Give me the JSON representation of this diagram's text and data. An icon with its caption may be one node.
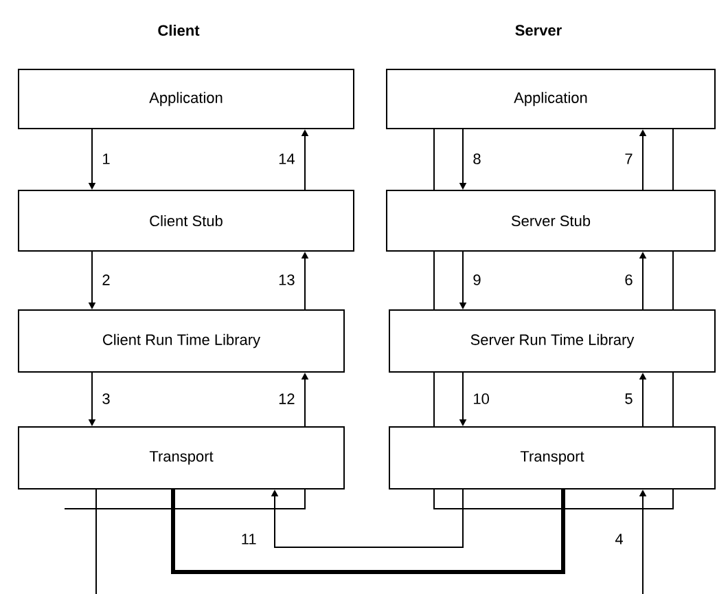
{
  "diagram": {
    "nodes": [
      {
        "text": [
          "Application"
        ]
      },
      {
        "text": [
          "Client Stub"
        ]
      },
      {
        "text": [
          "Client Run Time Library"
        ]
      },
      {
        "text": [
          "Transport"
        ]
      },
      {
        "text": [
          "Application"
        ]
      },
      {
        "text": [
          "Server Stub"
        ]
      },
      {
        "text": [
          "Server Run Time Library"
        ]
      },
      {
        "text": [
          "Transport"
        ]
      }
    ],
    "edges": [
      {
        "from": 0,
        "to": 1,
        "arrow": "to",
        "label": "1"
      },
      {
        "from": 1,
        "to": 0,
        "arrow": "to",
        "label": "14"
      },
      {
        "from": 1,
        "to": 2,
        "arrow": "to",
        "label": "2"
      },
      {
        "from": 2,
        "to": 1,
        "arrow": "to",
        "label": "13"
      },
      {
        "from": 2,
        "to": 3,
        "arrow": "to",
        "label": "3"
      },
      {
        "from": 3,
        "to": 2,
        "arrow": "to",
        "label": "12"
      },
      {
        "from": 4,
        "to": 5,
        "arrow": "to",
        "label": "8"
      },
      {
        "from": 5,
        "to": 4,
        "arrow": "to",
        "label": "7"
      },
      {
        "from": 5,
        "to": 6,
        "arrow": "to",
        "label": "9"
      },
      {
        "from": 6,
        "to": 5,
        "arrow": "to",
        "label": "6"
      },
      {
        "from": 6,
        "to": 7,
        "arrow": "to",
        "label": "10"
      },
      {
        "from": 7,
        "to": 6,
        "arrow": "to",
        "label": "5"
      },
      {
        "from": null,
        "to": 7,
        "arrow": "to",
        "label": "4"
      },
      {
        "from": 7,
        "to": 3,
        "arrow": "to",
        "label": "11"
      },
      {
        "from": 3,
        "to": 7,
        "arrow": "none",
        "style": "thick"
      },
      {
        "from": 3,
        "to": null,
        "arrow": "none"
      }
    ],
    "labels": [
      "Client",
      "Server"
    ]
  }
}
